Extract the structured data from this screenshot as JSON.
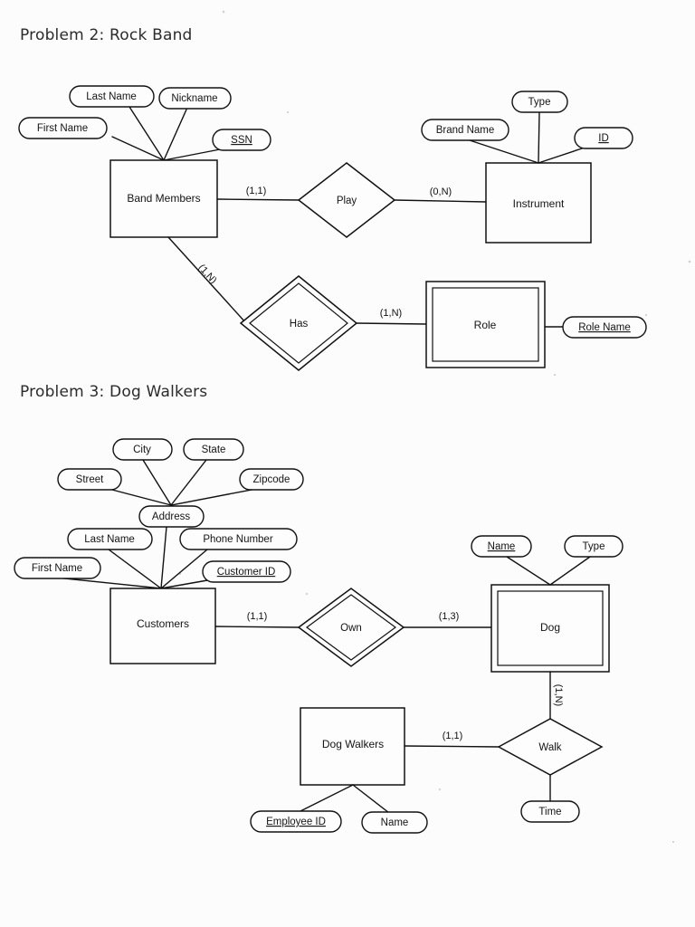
{
  "page": {
    "background": "#fcfcfc",
    "ink": "#111111"
  },
  "sections": [
    {
      "id": "rock-band",
      "heading": "Problem 2: Rock Band"
    },
    {
      "id": "dog-walkers",
      "heading": "Problem 3: Dog Walkers"
    }
  ],
  "rock_band": {
    "entities": [
      {
        "name": "Band Members",
        "type": "entity"
      },
      {
        "name": "Instrument",
        "type": "entity"
      },
      {
        "name": "Role",
        "type": "weak-entity"
      }
    ],
    "relationships": [
      {
        "name": "Play",
        "type": "relationship"
      },
      {
        "name": "Has",
        "type": "identifying-relationship"
      }
    ],
    "attributes": [
      {
        "name": "First Name",
        "key": false,
        "owner": "Band Members"
      },
      {
        "name": "Last Name",
        "key": false,
        "owner": "Band Members"
      },
      {
        "name": "Nickname",
        "key": false,
        "owner": "Band Members"
      },
      {
        "name": "SSN",
        "key": true,
        "owner": "Band Members"
      },
      {
        "name": "Brand Name",
        "key": false,
        "owner": "Instrument"
      },
      {
        "name": "Type",
        "key": false,
        "owner": "Instrument"
      },
      {
        "name": "ID",
        "key": true,
        "owner": "Instrument"
      },
      {
        "name": "Role Name",
        "key": true,
        "owner": "Role"
      }
    ],
    "cardinalities": [
      {
        "label": "(1,1)",
        "between": "Band Members-Play"
      },
      {
        "label": "(0,N)",
        "between": "Play-Instrument"
      },
      {
        "label": "(1,N)",
        "between": "Band Members-Has"
      },
      {
        "label": "(1,N)",
        "between": "Has-Role"
      }
    ]
  },
  "dog_walkers": {
    "entities": [
      {
        "name": "Customers",
        "type": "entity"
      },
      {
        "name": "Dog",
        "type": "weak-entity"
      },
      {
        "name": "Dog Walkers",
        "type": "entity"
      }
    ],
    "relationships": [
      {
        "name": "Own",
        "type": "identifying-relationship"
      },
      {
        "name": "Walk",
        "type": "relationship"
      }
    ],
    "attributes": [
      {
        "name": "Street",
        "key": false,
        "owner": "Address"
      },
      {
        "name": "City",
        "key": false,
        "owner": "Address"
      },
      {
        "name": "State",
        "key": false,
        "owner": "Address"
      },
      {
        "name": "Zipcode",
        "key": false,
        "owner": "Address"
      },
      {
        "name": "Address",
        "key": false,
        "owner": "Customers",
        "composite": true
      },
      {
        "name": "First Name",
        "key": false,
        "owner": "Customers"
      },
      {
        "name": "Last Name",
        "key": false,
        "owner": "Customers"
      },
      {
        "name": "Phone Number",
        "key": false,
        "owner": "Customers"
      },
      {
        "name": "Customer ID",
        "key": true,
        "owner": "Customers"
      },
      {
        "name": "Name",
        "key": true,
        "owner": "Dog"
      },
      {
        "name": "Type",
        "key": false,
        "owner": "Dog"
      },
      {
        "name": "Employee ID",
        "key": true,
        "owner": "Dog Walkers"
      },
      {
        "name": "Name",
        "key": false,
        "owner": "Dog Walkers"
      },
      {
        "name": "Time",
        "key": false,
        "owner": "Walk"
      }
    ],
    "cardinalities": [
      {
        "label": "(1,1)",
        "between": "Customers-Own"
      },
      {
        "label": "(1,3)",
        "between": "Own-Dog"
      },
      {
        "label": "(1,N)",
        "between": "Dog-Walk"
      },
      {
        "label": "(1,1)",
        "between": "Dog Walkers-Walk"
      }
    ]
  }
}
